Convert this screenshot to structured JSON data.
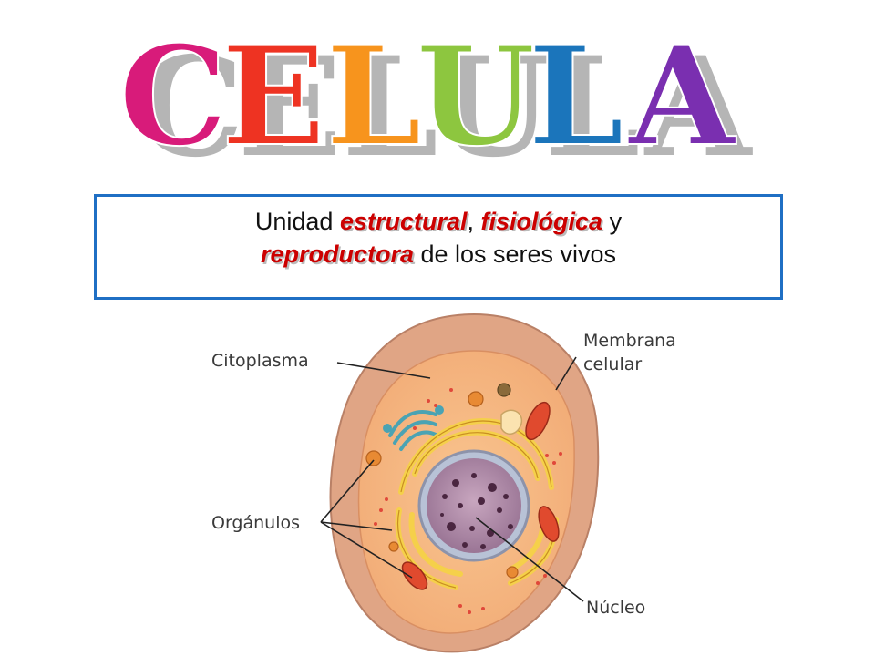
{
  "title": {
    "letters": [
      "C",
      "E",
      "L",
      "U",
      "L",
      "A"
    ],
    "colors": [
      "#d81b7a",
      "#ee3322",
      "#f7941d",
      "#8dc63f",
      "#1b75bb",
      "#7a2fb0"
    ]
  },
  "definition": {
    "w1": "Unidad ",
    "k1": "estructural",
    "w2": ", ",
    "k2": "fisiológica",
    "w3": " y",
    "k3": "reproductora",
    "w4": " de los seres vivos"
  },
  "labels": {
    "citoplasma": "Citoplasma",
    "membrana_1": "Membrana",
    "membrana_2": "celular",
    "organulos": "Orgánulos",
    "nucleo": "Núcleo"
  }
}
